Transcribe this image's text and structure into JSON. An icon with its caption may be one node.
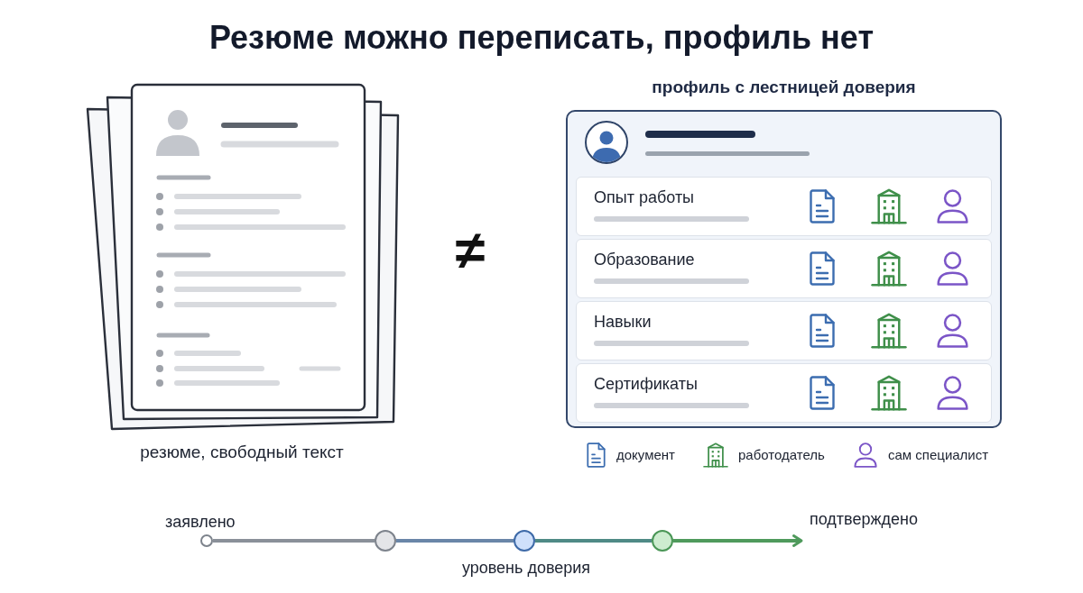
{
  "diagram": {
    "title": "Резюме можно переписать, профиль нет",
    "nodes": [
      {
        "text": [
          "профиль с лестницей доверия"
        ]
      },
      {
        "text": [
          "Опыт работы"
        ],
        "in": 0
      },
      {
        "text": [
          "Образование"
        ],
        "in": 0
      },
      {
        "text": [
          "Навыки"
        ],
        "in": 0
      },
      {
        "text": [
          "Сертификаты"
        ],
        "in": 0
      },
      {
        "text": [],
        "shape": "circle",
        "beside": [
          "заявлено"
        ]
      },
      {
        "text": [],
        "shape": "circle"
      },
      {
        "text": [],
        "shape": "circle"
      },
      {
        "text": [],
        "shape": "circle"
      },
      {
        "text": [
          "подтверждено"
        ]
      }
    ],
    "edges": [
      {
        "from": 5,
        "to": 6,
        "arrow": "none",
        "color": "#8a9099"
      },
      {
        "from": 6,
        "to": 7,
        "arrow": "none",
        "color": "#6a86a8"
      },
      {
        "from": 7,
        "to": 8,
        "arrow": "none",
        "color": "#4f8a86"
      },
      {
        "from": 8,
        "to": 9,
        "arrow": "to",
        "color": "#4f9a5c"
      }
    ],
    "labels": [
      "≠",
      "резюме, свободный текст",
      "уровень доверия"
    ],
    "legend": [
      {
        "text": "документ"
      },
      {
        "text": "работодатель"
      },
      {
        "text": "сам специалист"
      }
    ]
  }
}
